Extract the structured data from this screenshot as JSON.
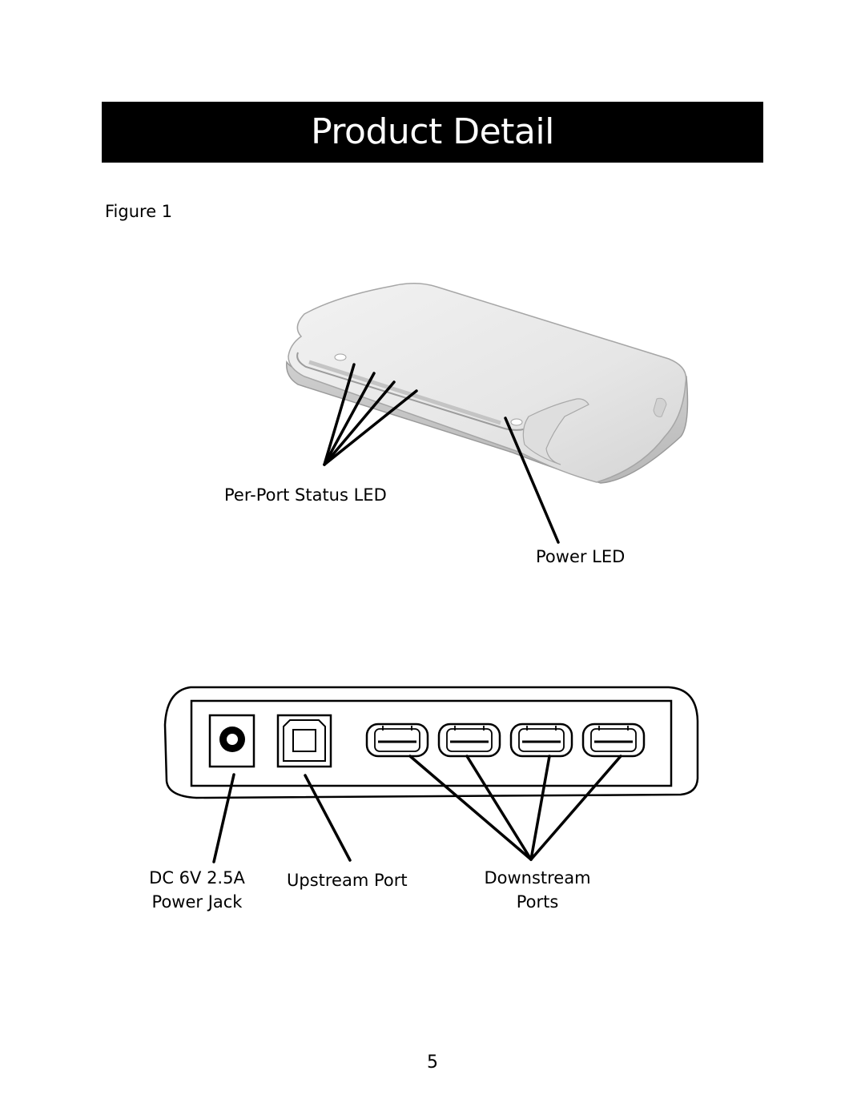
{
  "header": {
    "title": "Product Detail"
  },
  "figure": {
    "label": "Figure 1"
  },
  "top_view": {
    "callouts": {
      "per_port_status_led": "Per-Port Status LED",
      "power_led": "Power LED"
    }
  },
  "rear_view": {
    "callouts": {
      "power_jack_line1": "DC 6V 2.5A",
      "power_jack_line2": "Power Jack",
      "upstream_port": "Upstream Port",
      "downstream_line1": "Downstream",
      "downstream_line2": "Ports"
    }
  },
  "footer": {
    "page_number": "5"
  }
}
